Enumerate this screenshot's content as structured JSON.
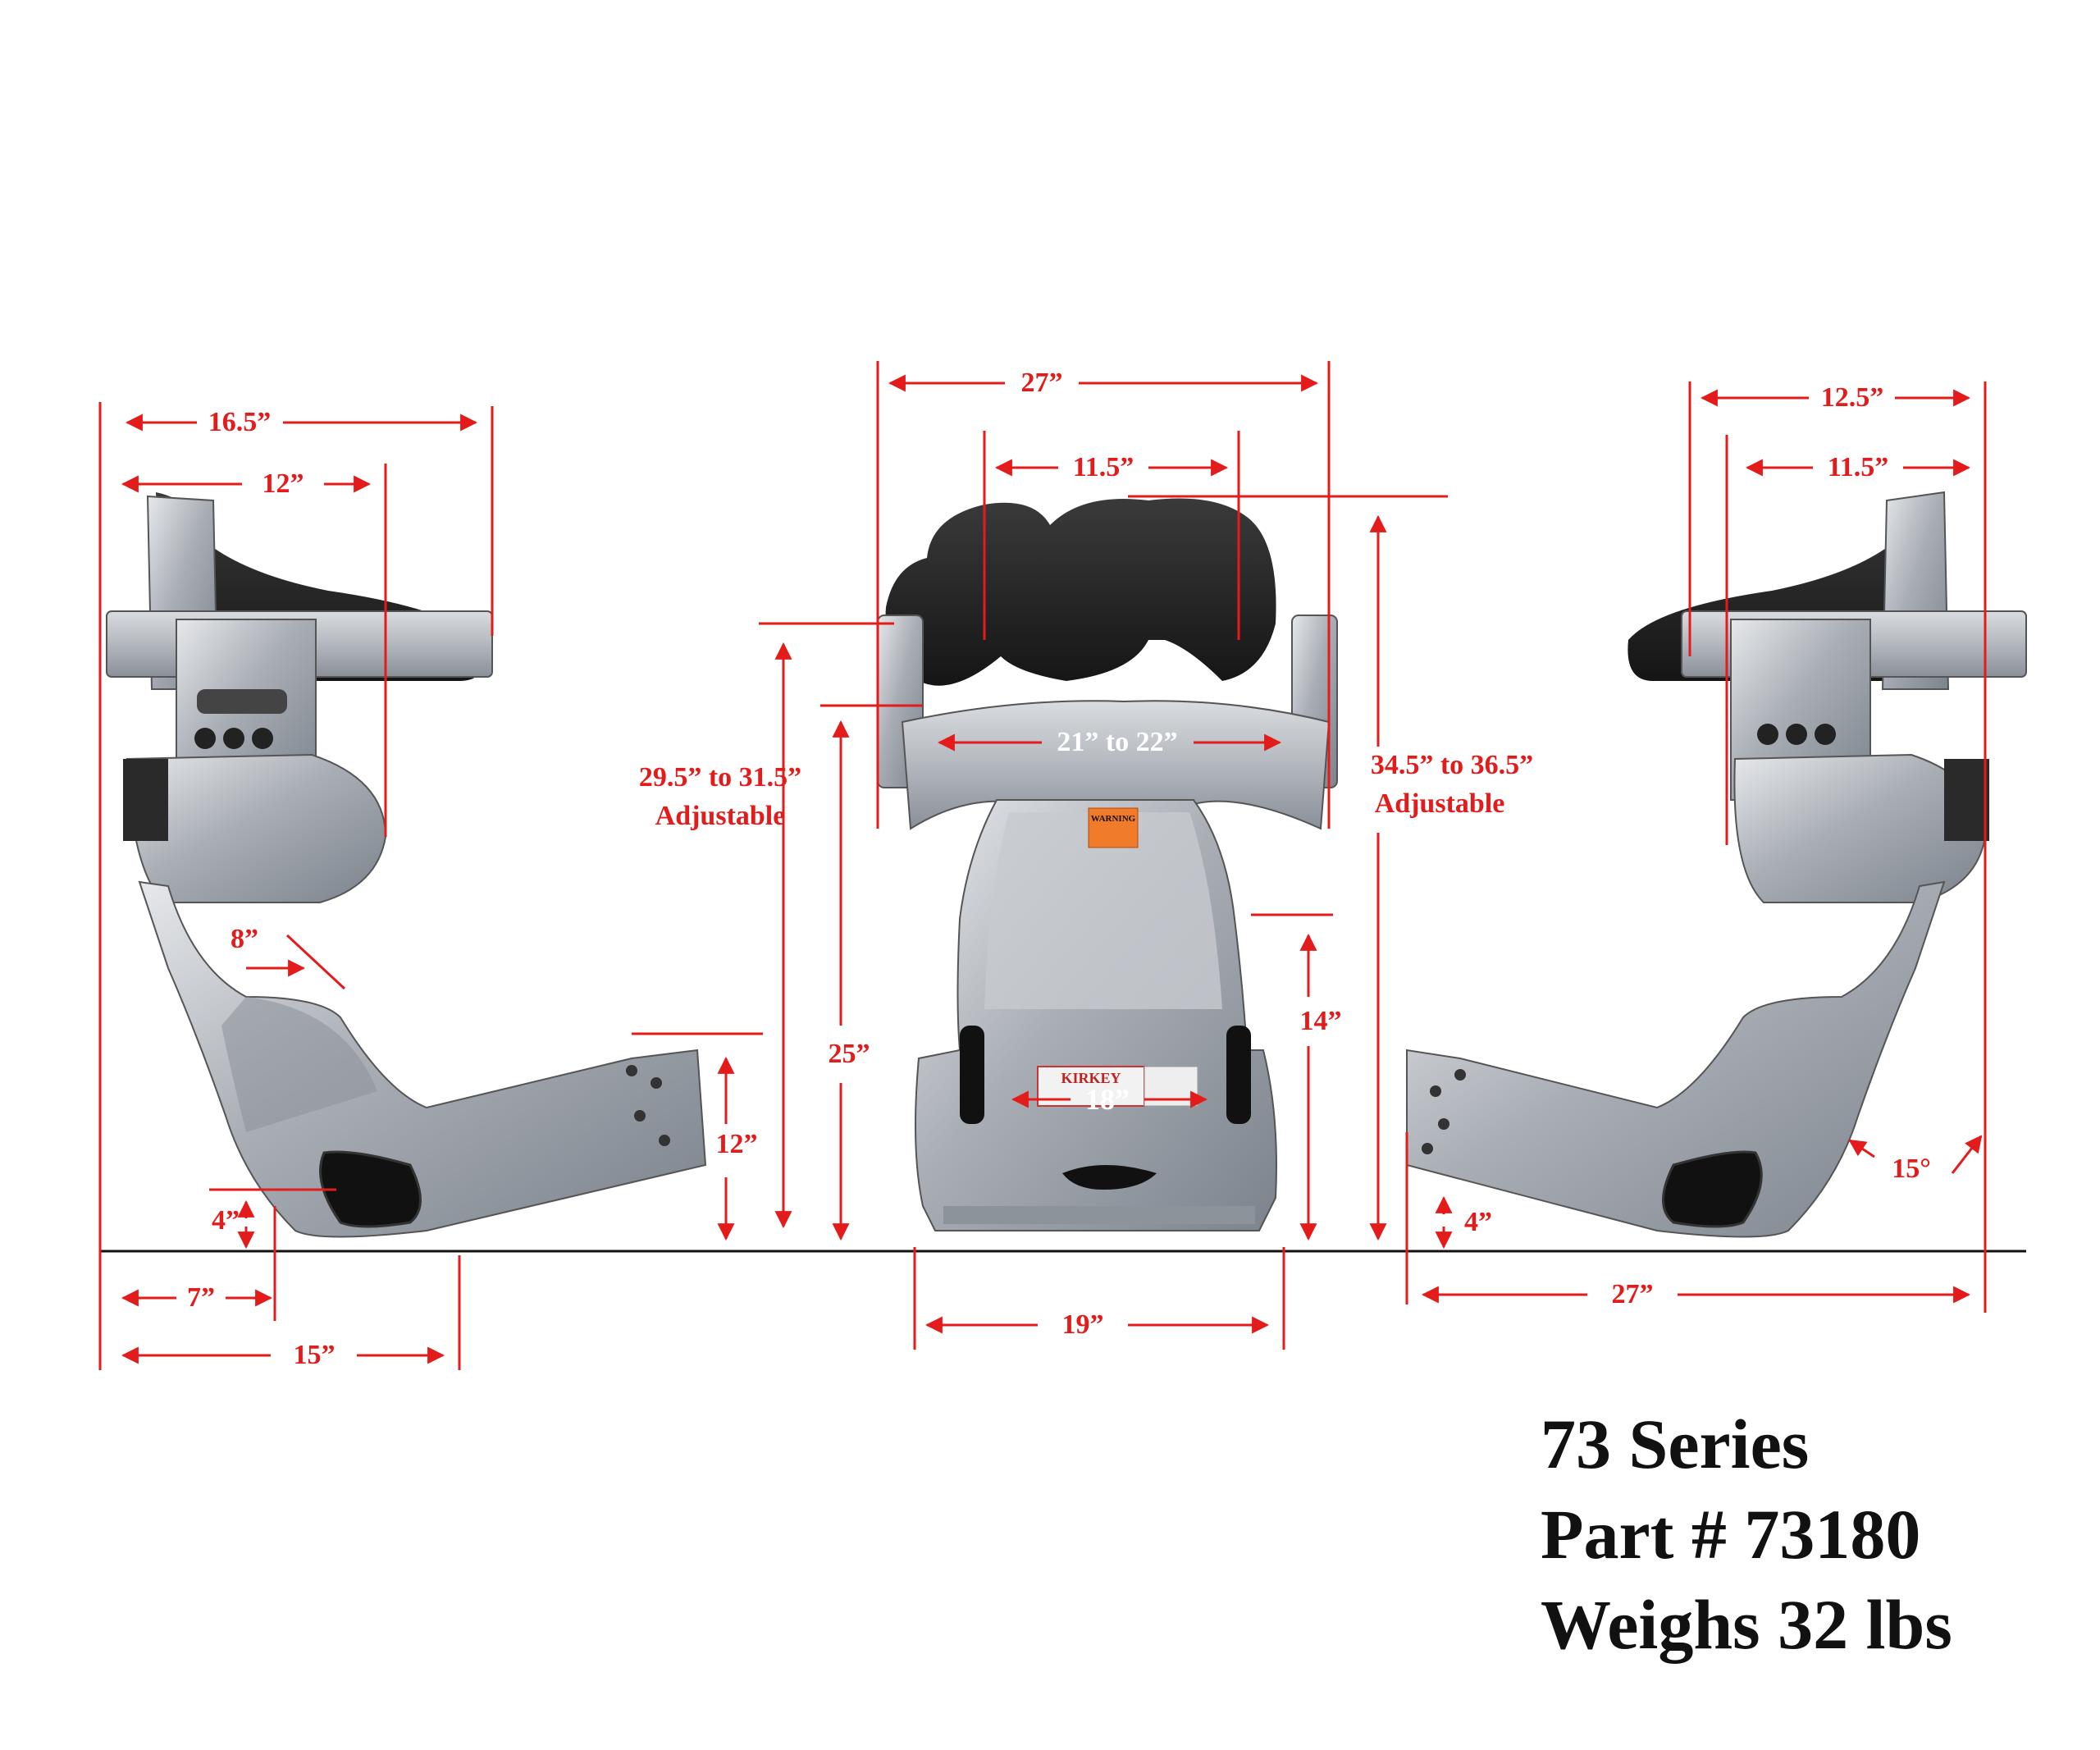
{
  "colors": {
    "dimension": "#e31b1b",
    "text": "#111111",
    "foam": "#1f1f1f",
    "aluminum": "#b8bcc2",
    "ground": "#111111"
  },
  "icons": [
    "seat-side-view-left",
    "seat-front-view",
    "seat-side-view-right",
    "warning-sticker",
    "kirkey-logo-sticker"
  ],
  "dimensions": {
    "left": {
      "width_top": "16.5”",
      "headrest_width": "12”",
      "shoulder_depth": "8”",
      "seat_height": "12”",
      "floor_height": "4”",
      "front_offset": "7”",
      "base_depth": "15”"
    },
    "front": {
      "overall_width": "27”",
      "head_width": "11.5”",
      "shoulder_height_line1": "29.5” to 31.5”",
      "shoulder_height_line2": "Adjustable",
      "shoulder_width": "21” to 22”",
      "hip_height": "25”",
      "inner_width": "18”",
      "side_height": "14”",
      "overall_height_line1": "34.5” to 36.5”",
      "overall_height_line2": "Adjustable",
      "base_width": "19”"
    },
    "right": {
      "width_top": "12.5”",
      "headrest_width": "11.5”",
      "recline_angle": "15°",
      "floor_height": "4”",
      "overall_depth": "27”"
    }
  },
  "product": {
    "series": "73 Series",
    "part": "Part # 73180",
    "weight": "Weighs 32 lbs"
  },
  "stickers": {
    "warning": "WARNING",
    "brand": "KIRKEY"
  }
}
